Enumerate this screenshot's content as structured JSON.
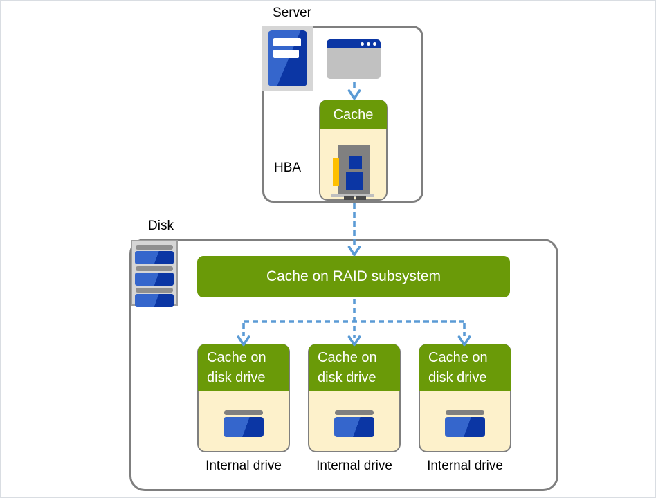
{
  "colors": {
    "green": "#6A9A08",
    "cream": "#FDF1CB",
    "border-gray": "#7F7F7F",
    "arrow-blue": "#5B9BD5",
    "icon-bg": "#D6D6D6",
    "window-gray": "#C1C1C1",
    "blue-dark": "#0B36A4",
    "blue-light": "#3566CC",
    "card-gray": "#808080",
    "yellow": "#FFC000"
  },
  "icons": {
    "server_tower": "server-tower-icon",
    "application_window": "app-window-icon",
    "hba_card": "hba-card-icon",
    "disk_array": "disk-array-icon",
    "internal_drive": "disk-drive-icon"
  },
  "diagram": {
    "server": {
      "label": "Server",
      "hba_label": "HBA",
      "hba_cache_label": "Cache"
    },
    "disk": {
      "label": "Disk",
      "raid_cache_label": "Cache on RAID subsystem",
      "drives": [
        {
          "cache_label": "Cache on disk drive",
          "caption": "Internal drive"
        },
        {
          "cache_label": "Cache on disk drive",
          "caption": "Internal drive"
        },
        {
          "cache_label": "Cache on disk drive",
          "caption": "Internal drive"
        }
      ]
    }
  }
}
